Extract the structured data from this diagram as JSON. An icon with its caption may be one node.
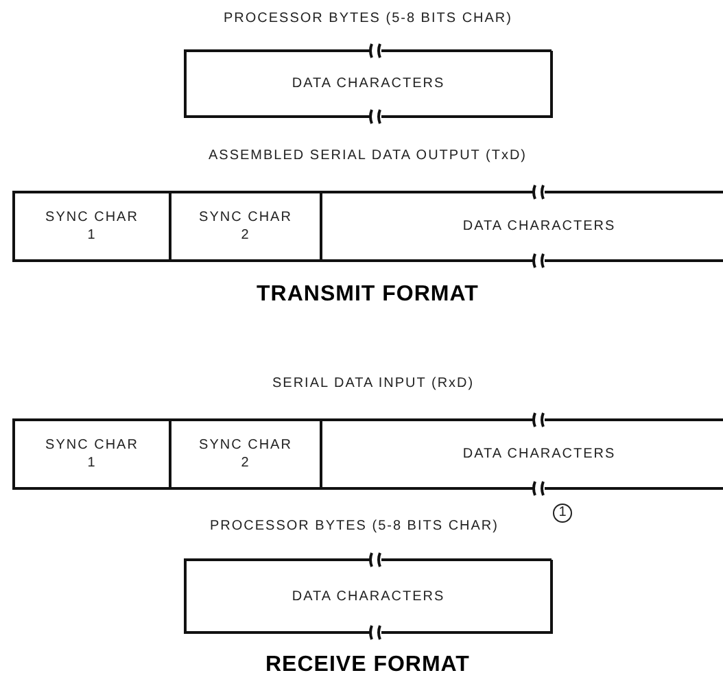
{
  "diagram": {
    "nodes": [
      {
        "text": [
          "DATA CHARACTERS"
        ]
      },
      {
        "text": [
          "SYNC CHAR 1"
        ]
      },
      {
        "text": [
          "SYNC CHAR 2"
        ]
      },
      {
        "text": [
          "DATA CHARACTERS"
        ]
      },
      {
        "text": [
          "SYNC CHAR 1"
        ]
      },
      {
        "text": [
          "SYNC CHAR 2"
        ]
      },
      {
        "text": [
          "DATA CHARACTERS"
        ]
      },
      {
        "text": [
          "DATA CHARACTERS"
        ]
      }
    ],
    "edges": [],
    "labels": [
      "PROCESSOR BYTES (5-8 BITS CHAR)",
      "ASSEMBLED SERIAL DATA OUTPUT (TxD)",
      "TRANSMIT FORMAT",
      "SERIAL DATA INPUT (RxD)",
      "PROCESSOR BYTES (5-8 BITS CHAR)",
      "1",
      "RECEIVE FORMAT"
    ]
  }
}
